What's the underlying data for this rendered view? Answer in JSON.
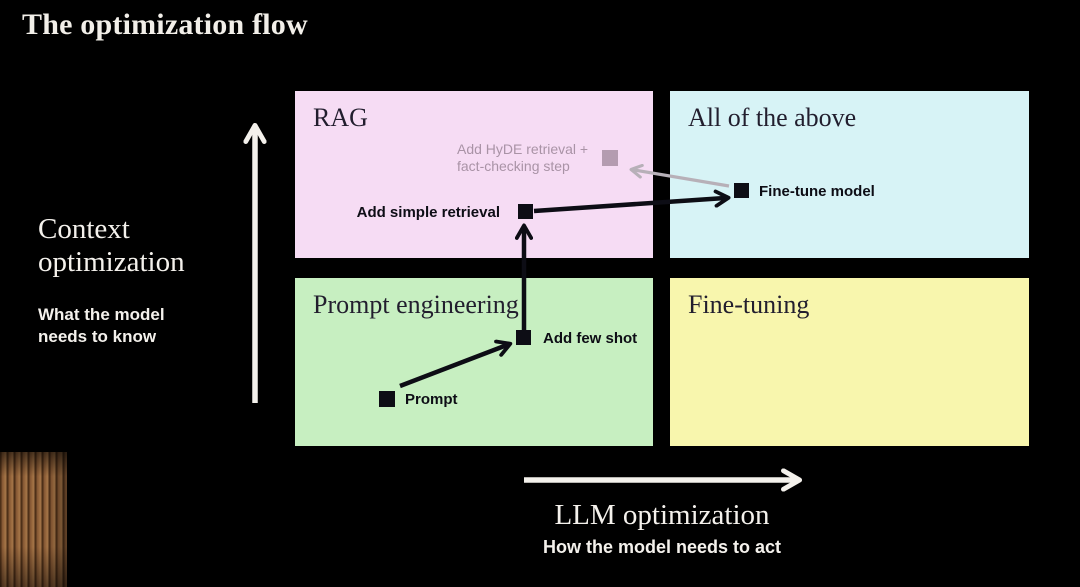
{
  "slide": {
    "title": "The optimization flow"
  },
  "y_axis": {
    "title": "Context\noptimization",
    "subtitle": "What the model\nneeds to know"
  },
  "x_axis": {
    "title": "LLM optimization",
    "subtitle": "How the model needs to act"
  },
  "quadrants": [
    {
      "id": "rag",
      "label": "RAG",
      "position": "top-left",
      "color": "#f6dcf4"
    },
    {
      "id": "all-of-the-above",
      "label": "All of the above",
      "position": "top-right",
      "color": "#d7f3f6"
    },
    {
      "id": "prompt-engineering",
      "label": "Prompt engineering",
      "position": "bottom-left",
      "color": "#c7efc1"
    },
    {
      "id": "fine-tuning",
      "label": "Fine-tuning",
      "position": "bottom-right",
      "color": "#f8f6ad"
    }
  ],
  "points": [
    {
      "id": "prompt",
      "label": "Prompt",
      "quadrant": "prompt-engineering",
      "state": "active"
    },
    {
      "id": "add-few-shot",
      "label": "Add few shot",
      "quadrant": "prompt-engineering",
      "state": "active"
    },
    {
      "id": "add-simple-retrieval",
      "label": "Add simple retrieval",
      "quadrant": "rag",
      "state": "active"
    },
    {
      "id": "fine-tune-model",
      "label": "Fine-tune model",
      "quadrant": "all-of-the-above",
      "state": "active"
    },
    {
      "id": "add-hyde",
      "label": "Add HyDE retrieval +\nfact-checking step",
      "quadrant": "rag",
      "state": "faded"
    }
  ],
  "arrows": [
    {
      "from": "prompt",
      "to": "add-few-shot",
      "style": "solid-black"
    },
    {
      "from": "add-few-shot",
      "to": "add-simple-retrieval",
      "style": "solid-black"
    },
    {
      "from": "add-simple-retrieval",
      "to": "fine-tune-model",
      "style": "solid-black"
    },
    {
      "from": "fine-tune-model",
      "to": "add-hyde",
      "style": "faded-gray"
    }
  ],
  "colors": {
    "background": "#000000",
    "marker": "#0d0d15",
    "faded_marker": "#b49cb0",
    "faded_text": "#a993a6",
    "faded_arrow": "#b7b0b8",
    "axis_arrow": "#f4f1ec",
    "heading_dark": "#221e2e"
  }
}
